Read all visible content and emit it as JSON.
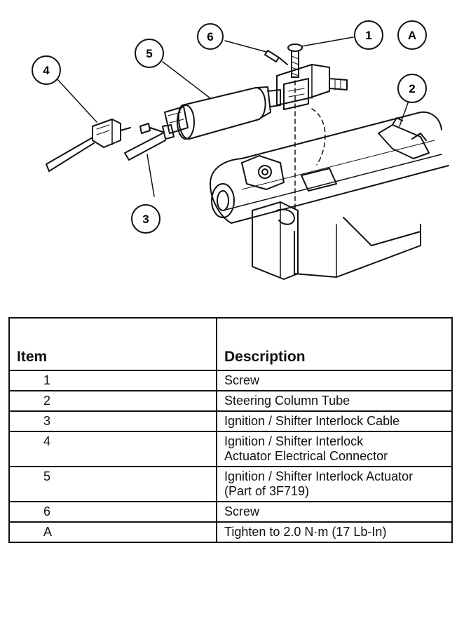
{
  "callouts": [
    {
      "id": "c6",
      "label": "6"
    },
    {
      "id": "c1",
      "label": "1"
    },
    {
      "id": "cA",
      "label": "A"
    },
    {
      "id": "c5",
      "label": "5"
    },
    {
      "id": "c4",
      "label": "4"
    },
    {
      "id": "c2",
      "label": "2"
    },
    {
      "id": "c3",
      "label": "3"
    }
  ],
  "legend": {
    "headers": {
      "item": "Item",
      "description": "Description"
    },
    "rows": [
      {
        "item": "1",
        "description": "Screw"
      },
      {
        "item": "2",
        "description": "Steering Column Tube"
      },
      {
        "item": "3",
        "description": "Ignition / Shifter Interlock Cable"
      },
      {
        "item": "4",
        "description": "Ignition / Shifter Interlock Actuator Electrical Connector"
      },
      {
        "item": "5",
        "description": "Ignition / Shifter Interlock Actuator (Part of 3F719)"
      },
      {
        "item": "6",
        "description": "Screw"
      },
      {
        "item": "A",
        "description": "Tighten to 2.0 N·m (17 Lb-In)"
      }
    ]
  }
}
